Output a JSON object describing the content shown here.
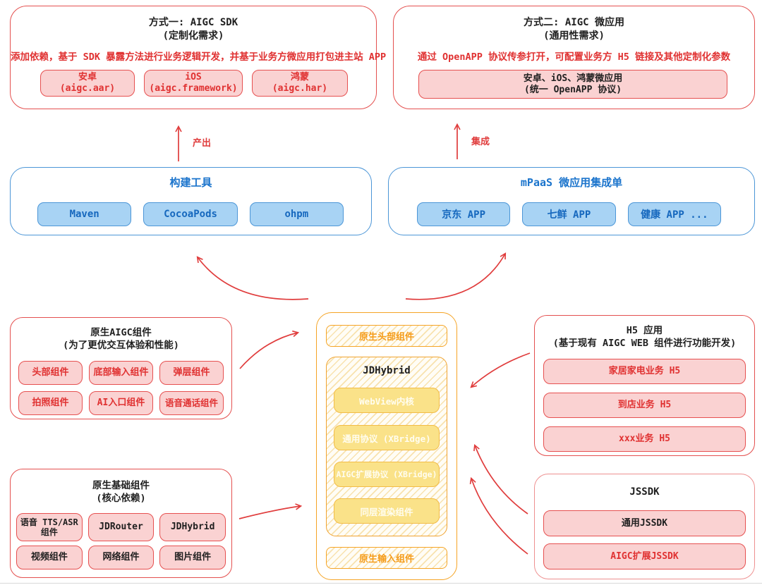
{
  "boxes": {
    "sdk": {
      "title_line1": "方式一: AIGC SDK",
      "title_line2": "(定制化需求)",
      "description": "添加依赖，基于 SDK 暴露方法进行业务逻辑开发，并基于业务方微应用打包进主站 APP",
      "pills": [
        {
          "line1": "安卓",
          "line2": "(aigc.aar)"
        },
        {
          "line1": "iOS",
          "line2": "(aigc.framework)"
        },
        {
          "line1": "鸿蒙",
          "line2": "(aigc.har)"
        }
      ]
    },
    "microapp": {
      "title_line1": "方式二: AIGC 微应用",
      "title_line2": "(通用性需求)",
      "description": "通过 OpenAPP 协议传参打开，可配置业务方 H5 链接及其他定制化参数",
      "pill_line1": "安卓、iOS、鸿蒙微应用",
      "pill_line2": "(统一 OpenAPP 协议)"
    },
    "build_tools": {
      "title": "构建工具",
      "pills": [
        "Maven",
        "CocoaPods",
        "ohpm"
      ]
    },
    "mpaas": {
      "title": "mPaaS 微应用集成单",
      "pills": [
        "京东 APP",
        "七鲜 APP",
        "健康 APP ..."
      ]
    },
    "native_aigc": {
      "title_line1": "原生AIGC组件",
      "title_line2": "(为了更优交互体验和性能)",
      "pills": [
        "头部组件",
        "底部输入组件",
        "弹层组件",
        "拍照组件",
        "AI入口组件",
        "语音通话组件"
      ]
    },
    "native_base": {
      "title_line1": "原生基础组件",
      "title_line2": "(核心依赖)",
      "pills": [
        "语音 TTS/ASR 组件",
        "JDRouter",
        "JDHybrid",
        "视频组件",
        "网络组件",
        "图片组件"
      ]
    },
    "center": {
      "header_pill": "原生头部组件",
      "jdhybrid_title": "JDHybrid",
      "jdhybrid_pills": [
        "WebView内核",
        "通用协议 (XBridge)",
        "AIGC扩展协议 (XBridge)",
        "同层渲染组件"
      ],
      "input_pill": "原生输入组件"
    },
    "h5_apps": {
      "title_line1": "H5 应用",
      "title_line2": "(基于现有 AIGC WEB 组件进行功能开发)",
      "pills": [
        "家居家电业务 H5",
        "到店业务 H5",
        "xxx业务 H5"
      ]
    },
    "jssdk": {
      "title": "JSSDK",
      "pills": [
        "通用JSSDK",
        "AIGC扩展JSSDK"
      ]
    }
  },
  "arrow_labels": {
    "produce": "产出",
    "integrate": "集成"
  },
  "colors": {
    "red_border": "#E4504F",
    "red_text": "#E03131",
    "pink_fill": "#FAD2D2",
    "blue_border": "#4C96D7",
    "blue_fill": "#A8D3F4",
    "blue_text": "#1668BE",
    "orange_border": "#F5A425",
    "yellow_fill": "#FAE289",
    "arrow_red": "#E03C3C"
  }
}
